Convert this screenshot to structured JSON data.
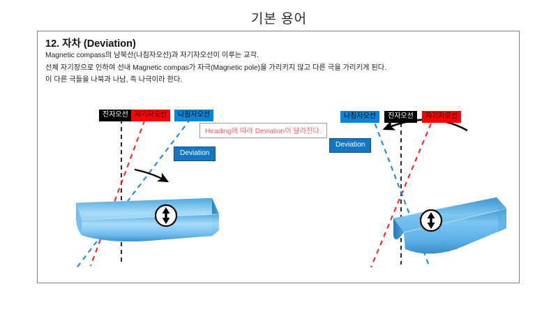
{
  "slide": {
    "title": "기본 용어"
  },
  "card": {
    "heading_number": "12.",
    "heading_ko": "자차",
    "heading_en": "(Deviation)",
    "heading_full": "12. 자차 (Deviation)",
    "paragraphs": [
      "Magnetic compass의 남북선(나침자오선)과 자기자오선이 이루는 교각.",
      "선체 자기장으로 인하여 선내 Magnetic compas가 자극(Magnetic pole)을 가리키지 않고 다른 극을 가리키게 된다.",
      "이 다른 극들을 나북과 나남, 즉 나극이라 한다."
    ],
    "callout": "Heading에 따라 Deviation이 달라진다."
  },
  "diagram_left": {
    "name": "left-heading-diagram",
    "labels": [
      {
        "text": "진자오선",
        "style": "black"
      },
      {
        "text": "자기자오선",
        "style": "red"
      },
      {
        "text": "나침자오선",
        "style": "blue"
      }
    ],
    "deviation_label": "Deviation",
    "compass_icon": "double-arrow-compass-icon"
  },
  "diagram_right": {
    "name": "right-heading-diagram",
    "labels": [
      {
        "text": "나침자오선",
        "style": "blue"
      },
      {
        "text": "진자오선",
        "style": "black"
      },
      {
        "text": "자기자오선",
        "style": "red"
      }
    ],
    "deviation_label": "Deviation",
    "compass_icon": "double-arrow-compass-icon"
  },
  "colors": {
    "true_meridian": "#000000",
    "magnetic_meridian": "#ff0000",
    "compass_meridian": "#0a84d6",
    "deviation_box": "#1577c4",
    "callout_text": "#ff5d5d",
    "frame_border": "#808080",
    "hull_light": "#8fd0f5",
    "hull_mid": "#4ea8e0",
    "hull_dark": "#2b7fc0"
  }
}
